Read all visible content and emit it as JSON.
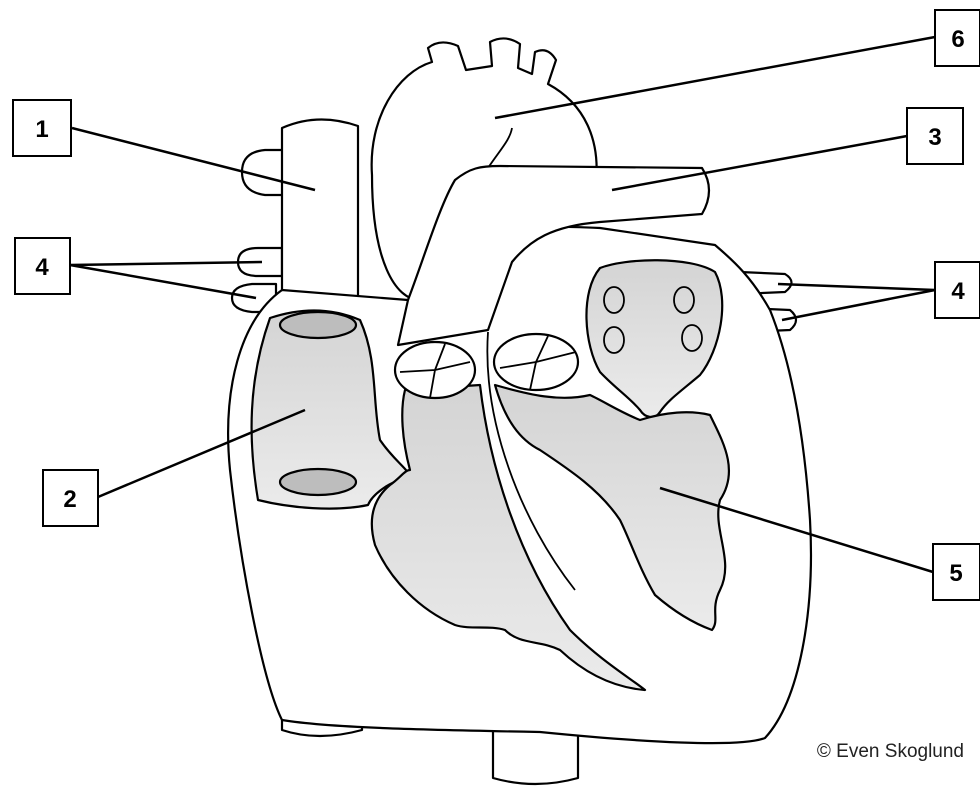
{
  "labels": {
    "l1": "1",
    "l2": "2",
    "l3": "3",
    "l4_left": "4",
    "l4_right": "4",
    "l5": "5",
    "l6": "6"
  },
  "copyright": "© Even Skoglund",
  "colors": {
    "chamber_fill_light": "#e6e6e6",
    "chamber_fill_dark": "#cfcfcf",
    "outline": "#000000",
    "background": "#ffffff"
  }
}
